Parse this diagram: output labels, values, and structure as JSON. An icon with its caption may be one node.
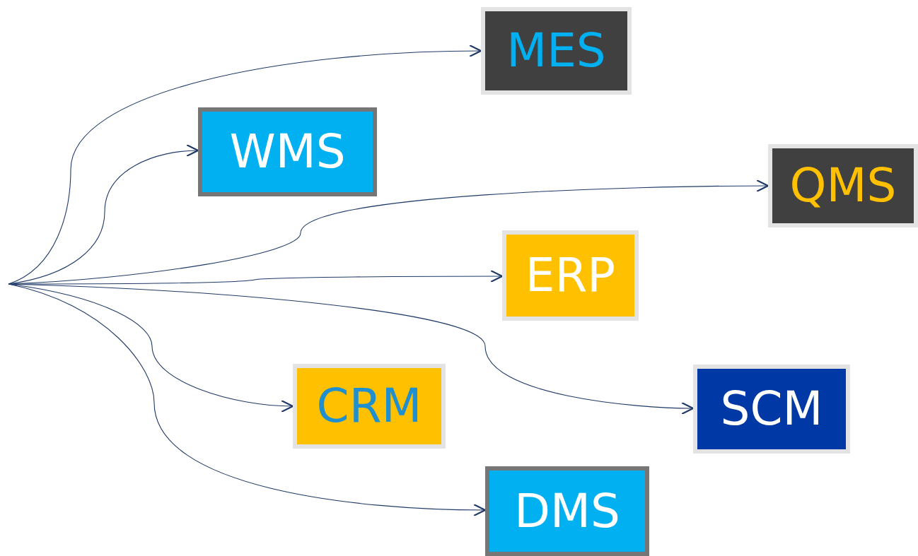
{
  "diagram": {
    "nodes": [
      {
        "text": [
          "MES"
        ]
      },
      {
        "text": [
          "WMS"
        ]
      },
      {
        "text": [
          "QMS"
        ]
      },
      {
        "text": [
          "ERP"
        ]
      },
      {
        "text": [
          "CRM"
        ]
      },
      {
        "text": [
          "SCM"
        ]
      },
      {
        "text": [
          "DMS"
        ]
      }
    ],
    "edges": [
      {
        "from": null,
        "to": 0,
        "arrow": "to"
      },
      {
        "from": null,
        "to": 1,
        "arrow": "to"
      },
      {
        "from": null,
        "to": 2,
        "arrow": "to"
      },
      {
        "from": null,
        "to": 3,
        "arrow": "to"
      },
      {
        "from": null,
        "to": 5,
        "arrow": "to"
      },
      {
        "from": null,
        "to": 4,
        "arrow": "to"
      },
      {
        "from": null,
        "to": 6,
        "arrow": "to"
      }
    ]
  }
}
